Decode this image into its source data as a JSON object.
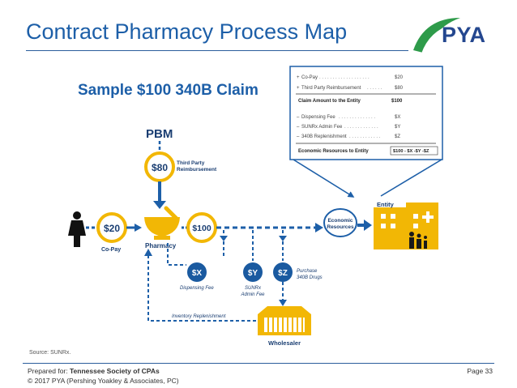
{
  "slide": {
    "title": "Contract Pharmacy Process Map",
    "logo_text": "PYA",
    "source": "Source: SUNRx.",
    "footer_prefix": "Prepared for: ",
    "footer_org": "Tennessee Society of CPAs",
    "footer_copyright": "© 2017 PYA (Pershing Yoakley & Associates, PC)",
    "page": "Page 33"
  },
  "diagram": {
    "heading": "Sample $100 340B Claim",
    "pbm_label": "PBM",
    "third_party_amount": "$80",
    "third_party_label_1": "Third Party",
    "third_party_label_2": "Reimbursement",
    "copay_amount": "$20",
    "copay_label": "Co-Pay",
    "pharmacy_label": "Pharmacy",
    "claim_amount": "$100",
    "economic_1": "Economic",
    "economic_2": "Resources",
    "entity_label": "Entity",
    "dispensing_amount": "$X",
    "dispensing_label": "Dispensing Fee",
    "sunrx_amount": "$Y",
    "sunrx_label_1": "SUNRx",
    "sunrx_label_2": "Admin Fee",
    "purchase_amount": "$Z",
    "purchase_label_1": "Purchase",
    "purchase_label_2": "340B Drugs",
    "inventory_label": "Inventory Replenishment",
    "wholesaler_label": "Wholesaler"
  },
  "callout": {
    "rows": [
      {
        "sign": "+",
        "label": "Co-Pay",
        "value": "$20"
      },
      {
        "sign": "+",
        "label": "Third Party Reimbursement",
        "value": "$80"
      }
    ],
    "claim_label": "Claim Amount to the Entity",
    "claim_value": "$100",
    "deductions": [
      {
        "sign": "–",
        "label": "Dispensing Fee",
        "value": "$X"
      },
      {
        "sign": "–",
        "label": "SUNRx Admin Fee",
        "value": "$Y"
      },
      {
        "sign": "–",
        "label": "340B Replenishment",
        "value": "$Z"
      }
    ],
    "total_label": "Economic Resources to Entity",
    "total_value": "$100 - $X -$Y -$Z"
  },
  "colors": {
    "blue": "#1d5fa8",
    "gold": "#f2b705",
    "navy": "#1a3e72",
    "green": "#2e9b4a"
  }
}
